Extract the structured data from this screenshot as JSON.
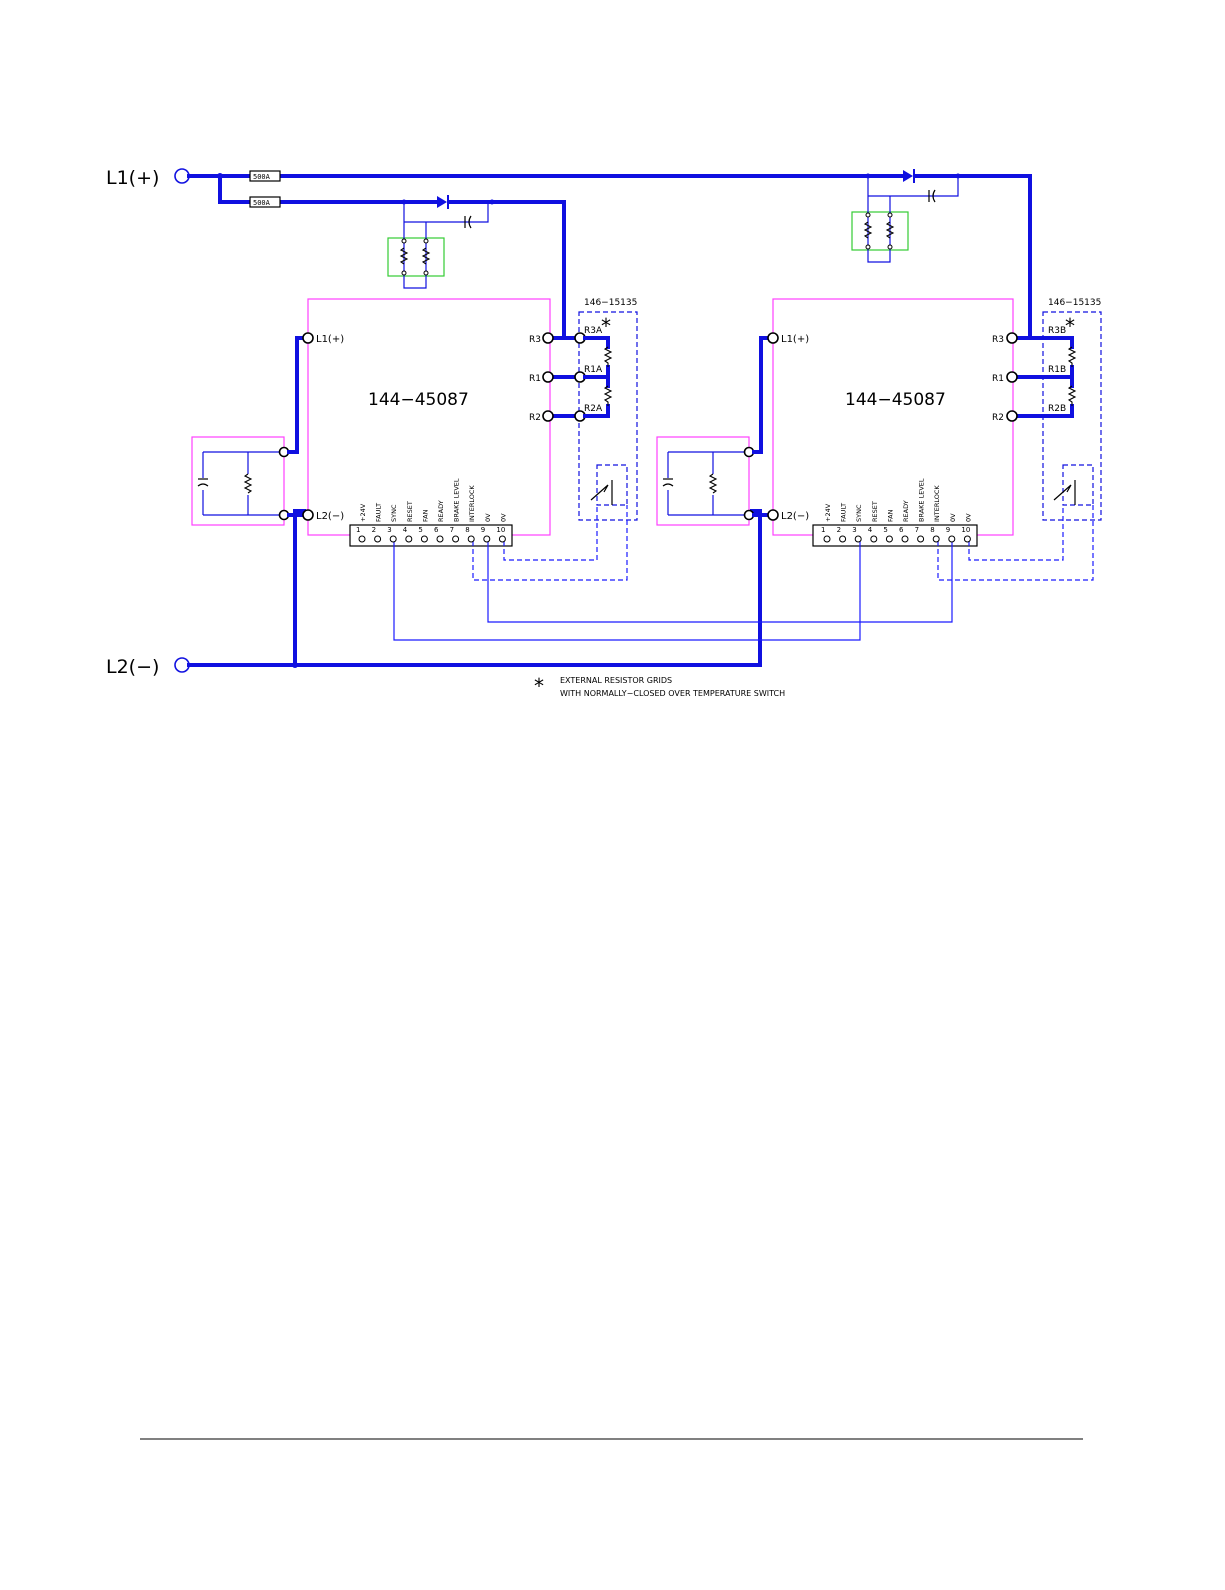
{
  "colors": {
    "power_wire": "#1010e0",
    "signal_wire": "#1a1aff",
    "module_outline": "#ff40ff",
    "snubber_outline": "#33cc33",
    "ink": "#000000"
  },
  "main_terminals": {
    "l1": "L1(+)",
    "l2": "L2(−)"
  },
  "fuses": [
    "500A",
    "500A"
  ],
  "modules": [
    {
      "part_number": "144−45087",
      "input_terminals": [
        "L1(+)",
        "L2(−)"
      ],
      "output_terminals": [
        "R3",
        "R1",
        "R2"
      ],
      "connector_pins": [
        "1",
        "2",
        "3",
        "4",
        "5",
        "6",
        "7",
        "8",
        "9",
        "10"
      ],
      "connector_labels": [
        "+24V",
        "FAULT",
        "SYNC",
        "RESET",
        "FAN",
        "READY",
        "BRAKE LEVEL",
        "INTERLOCK",
        "0V",
        "0V"
      ],
      "resistor_grid": {
        "part_number": "146−15135",
        "asterisk": "*",
        "taps": [
          "R3A",
          "R1A",
          "R2A"
        ]
      }
    },
    {
      "part_number": "144−45087",
      "input_terminals": [
        "L1(+)",
        "L2(−)"
      ],
      "output_terminals": [
        "R3",
        "R1",
        "R2"
      ],
      "connector_pins": [
        "1",
        "2",
        "3",
        "4",
        "5",
        "6",
        "7",
        "8",
        "9",
        "10"
      ],
      "connector_labels": [
        "+24V",
        "FAULT",
        "SYNC",
        "RESET",
        "FAN",
        "READY",
        "BRAKE LEVEL",
        "INTERLOCK",
        "0V",
        "0V"
      ],
      "resistor_grid": {
        "part_number": "146−15135",
        "asterisk": "*",
        "taps": [
          "R3B",
          "R1B",
          "R2B"
        ]
      }
    }
  ],
  "note": {
    "symbol": "*",
    "line1": "EXTERNAL RESISTOR GRIDS",
    "line2": "WITH NORMALLY−CLOSED OVER TEMPERATURE SWITCH"
  }
}
